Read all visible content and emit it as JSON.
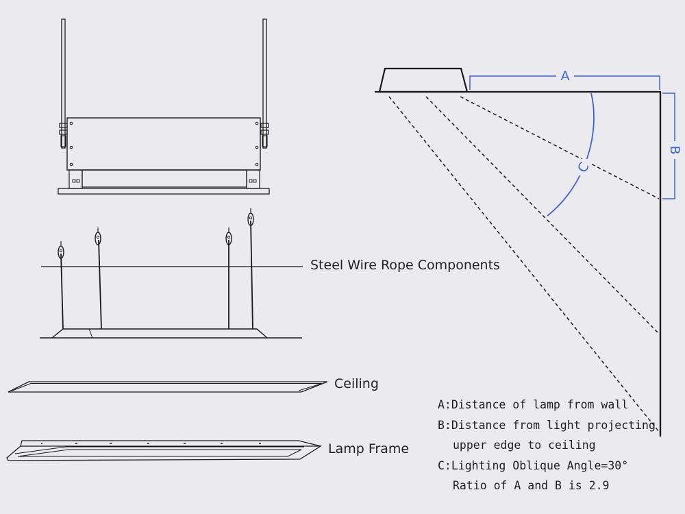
{
  "labels": {
    "steel_wire": "Steel Wire Rope Components",
    "ceiling": "Ceiling",
    "lamp_frame": "Lamp Frame"
  },
  "dimensions": {
    "a": "A",
    "b": "B",
    "c": "C"
  },
  "legend": {
    "line_a": "A:Distance of lamp from wall",
    "line_b1": "B:Distance from light projecting",
    "line_b2": "upper edge to ceiling",
    "line_c1": "C:Lighting Oblique Angle=30°",
    "line_c2": "Ratio of A and B is 2.9"
  },
  "colors": {
    "dimension_blue": "#3b63d6",
    "line_dark": "#1a1a1a",
    "background": "#ebebef"
  }
}
